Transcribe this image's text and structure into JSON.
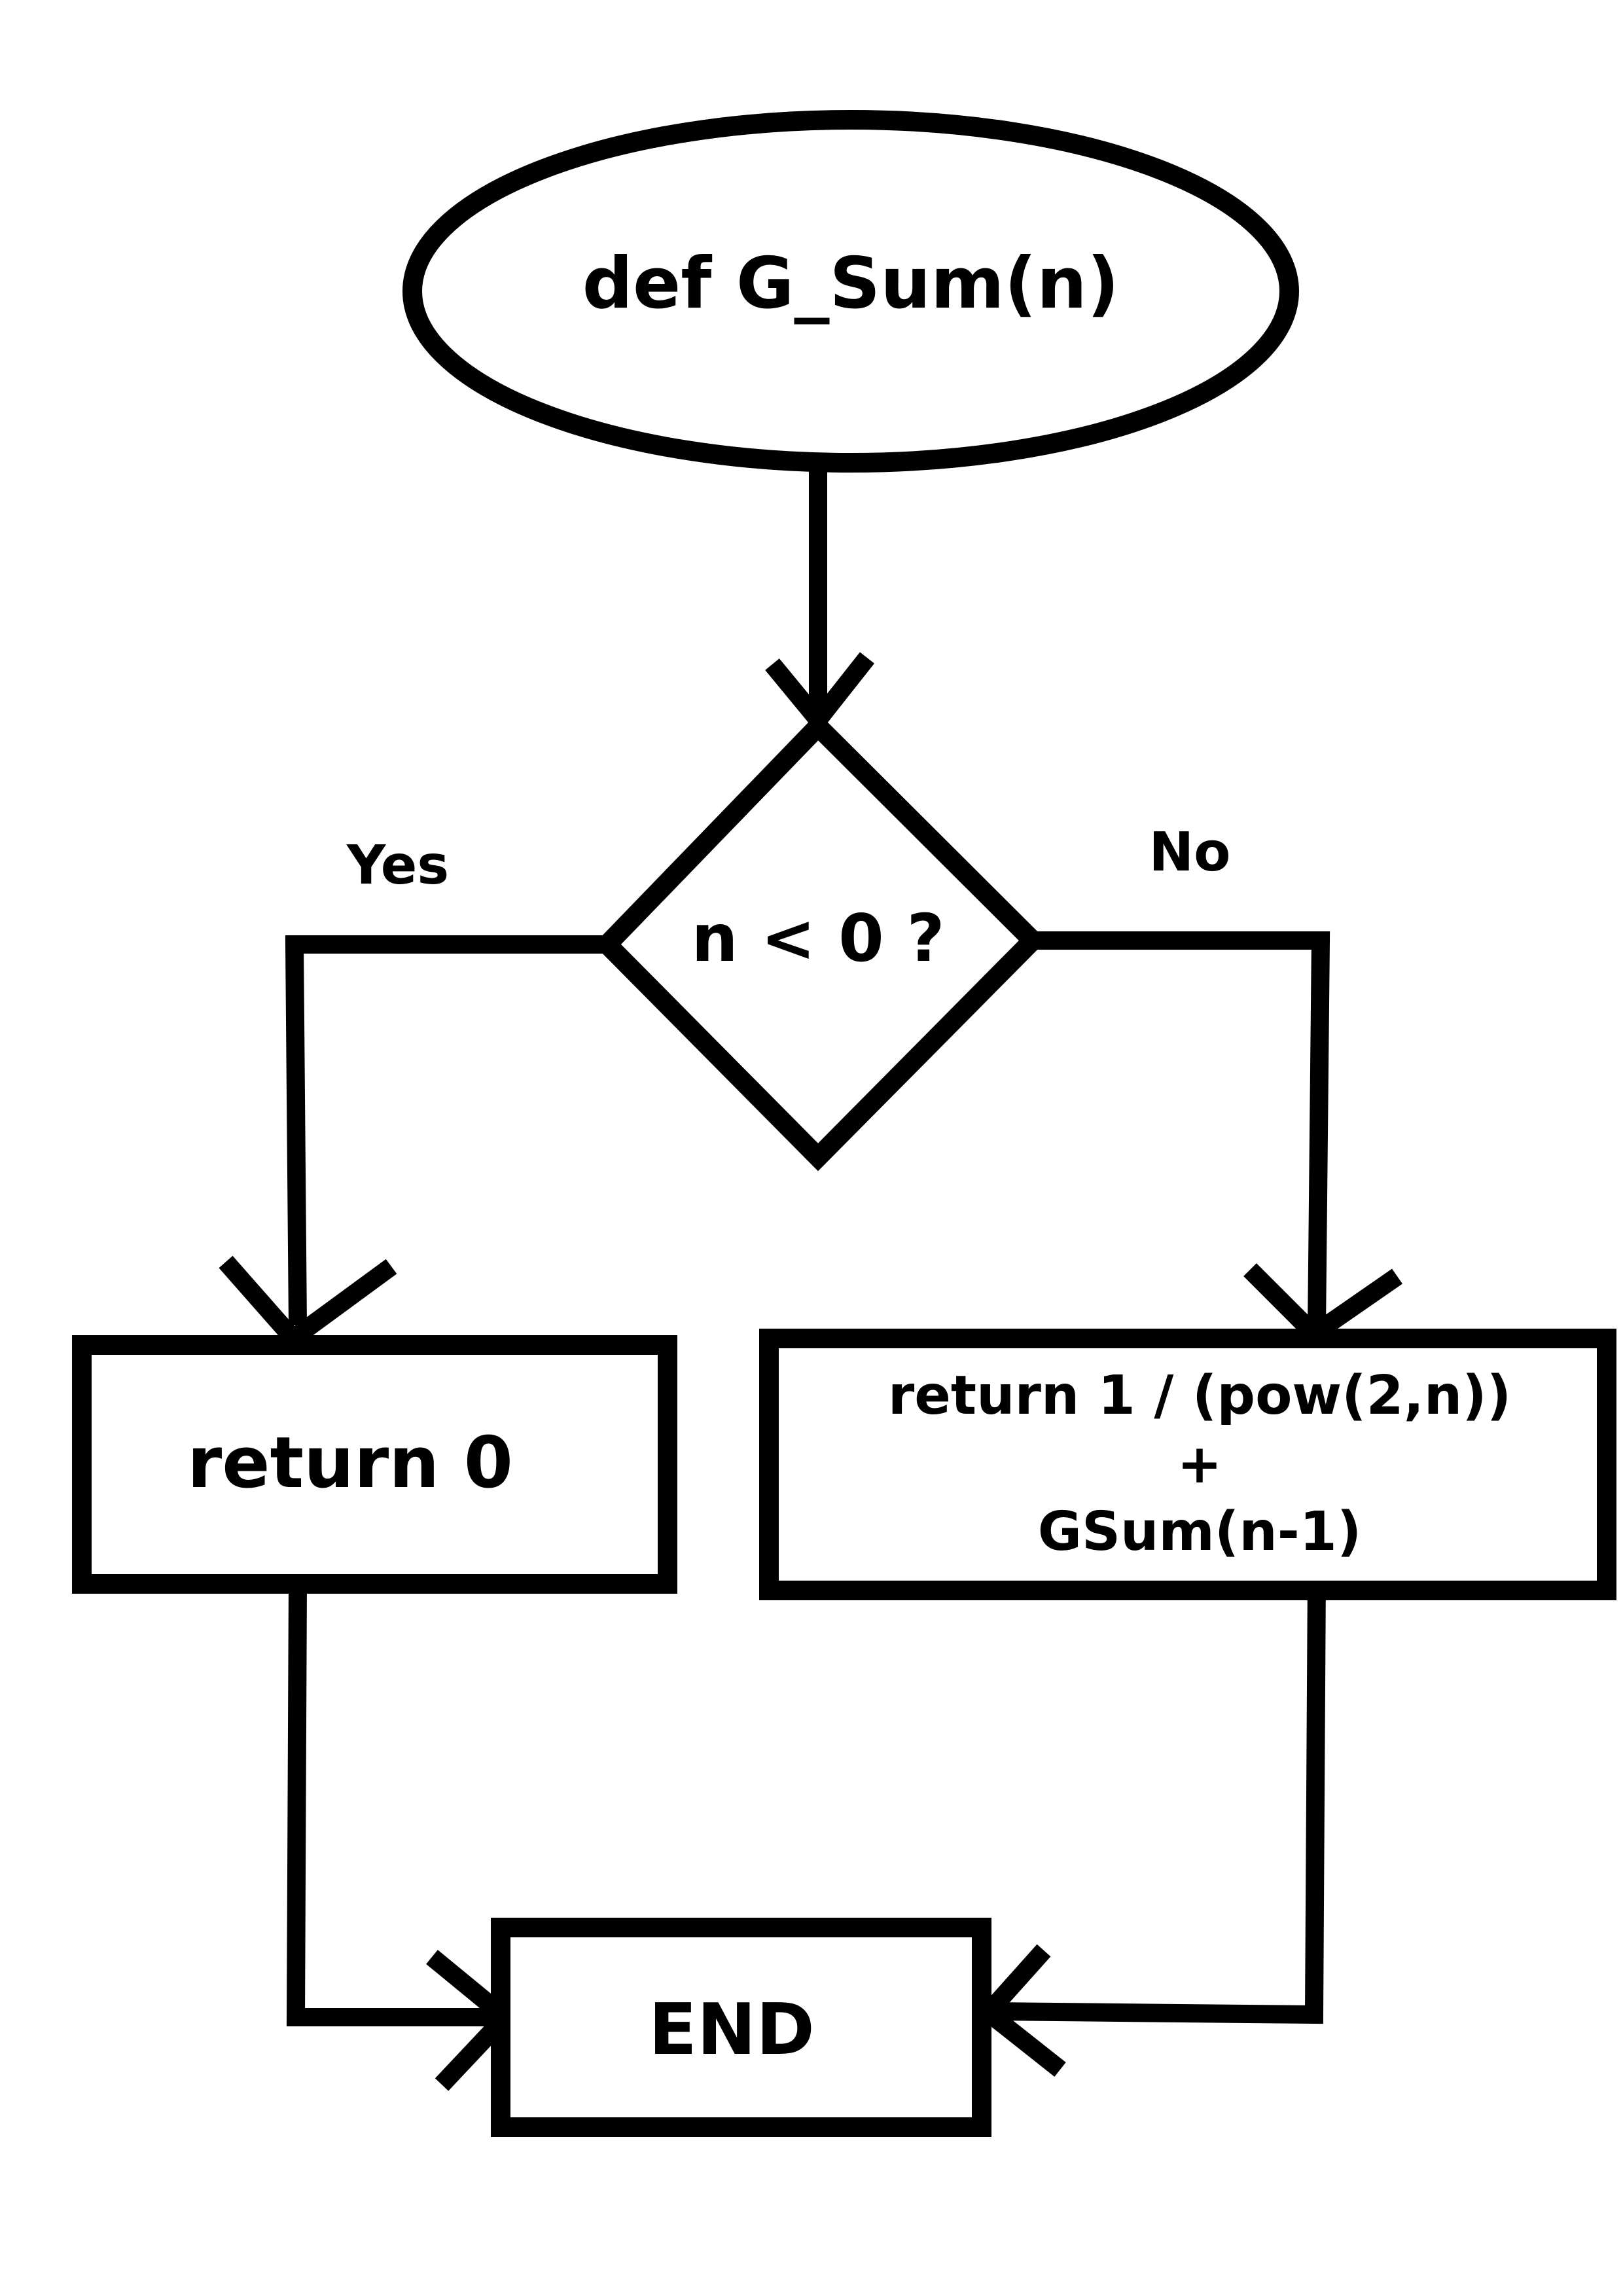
{
  "diagram": {
    "start": {
      "label": "def G_Sum(n)"
    },
    "decision": {
      "label": "n < 0 ?"
    },
    "yes_branch": {
      "label": "Yes"
    },
    "no_branch": {
      "label": "No"
    },
    "return_zero": {
      "label": "return 0"
    },
    "recursive_return": {
      "line1": "return 1 / (pow(2,n))",
      "line2": "+",
      "line3": "GSum(n-1)"
    },
    "end": {
      "label": "END"
    }
  }
}
